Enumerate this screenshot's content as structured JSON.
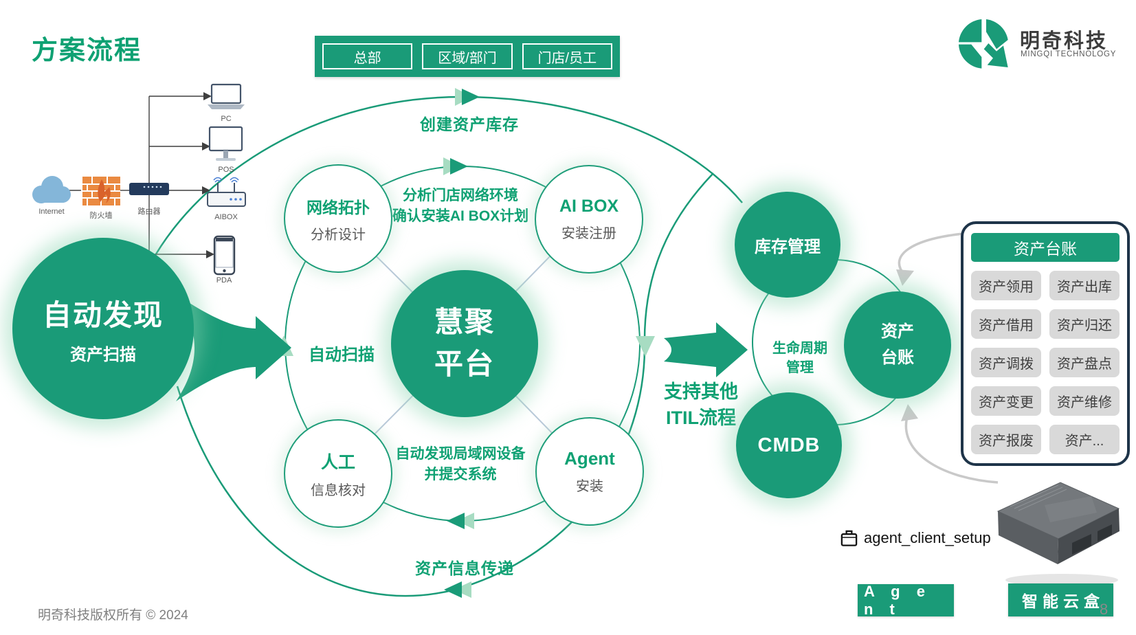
{
  "colors": {
    "brand_green": "#1a9b78",
    "text_green": "#0fa173",
    "light_arrow_green": "#a7dcc2",
    "panel_border_navy": "#1e3449",
    "button_gray": "#d9d9d9",
    "muted_gray": "#595959"
  },
  "header": {
    "title": "方案流程",
    "logo_name": "明奇科技",
    "logo_sub": "MINGQI TECHNOLOGY"
  },
  "top_bar": {
    "boxes": [
      "总部",
      "区域/部门",
      "门店/员工"
    ]
  },
  "flow": {
    "top_label": "创建资产库存",
    "bottom_label": "资产信息传递",
    "auto_scan": "自动扫描",
    "top_note_line1": "分析门店网络环境",
    "top_note_line2": "确认安装AI BOX计划",
    "bottom_note_line1": "自动发现局域网设备",
    "bottom_note_line2": "并提交系统"
  },
  "discover": {
    "title": "自动发现",
    "subtitle": "资产扫描"
  },
  "platform": {
    "line1": "慧聚",
    "line2": "平台"
  },
  "satellites": {
    "topology": {
      "title": "网络拓扑",
      "subtitle": "分析设计"
    },
    "aibox": {
      "title": "AI BOX",
      "subtitle": "安装注册"
    },
    "manual": {
      "title": "人工",
      "subtitle": "信息核对"
    },
    "agent": {
      "title": "Agent",
      "subtitle": "安装"
    }
  },
  "itil": {
    "arrow_line1": "支持其他",
    "arrow_line2": "ITIL流程",
    "inventory": "库存管理",
    "cmdb": "CMDB",
    "ledger_line1": "资产",
    "ledger_line2": "台账",
    "lifecycle_line1": "生命周期",
    "lifecycle_line2": "管理"
  },
  "panel": {
    "header": "资产台账",
    "buttons": [
      "资产领用",
      "资产出库",
      "资产借用",
      "资产归还",
      "资产调拨",
      "资产盘点",
      "资产变更",
      "资产维修",
      "资产报废",
      "资产..."
    ]
  },
  "bottom_right": {
    "file_label": "agent_client_setup",
    "agent_button": "A g e n t",
    "cloud_box_button": "智能云盒"
  },
  "network": {
    "internet": "Internet",
    "firewall": "防火墙",
    "router": "路由器",
    "pc": "PC",
    "pos": "POS",
    "aibox": "AIBOX",
    "pda": "PDA"
  },
  "footer": {
    "copyright": "明奇科技版权所有 © 2024",
    "page": "8"
  }
}
